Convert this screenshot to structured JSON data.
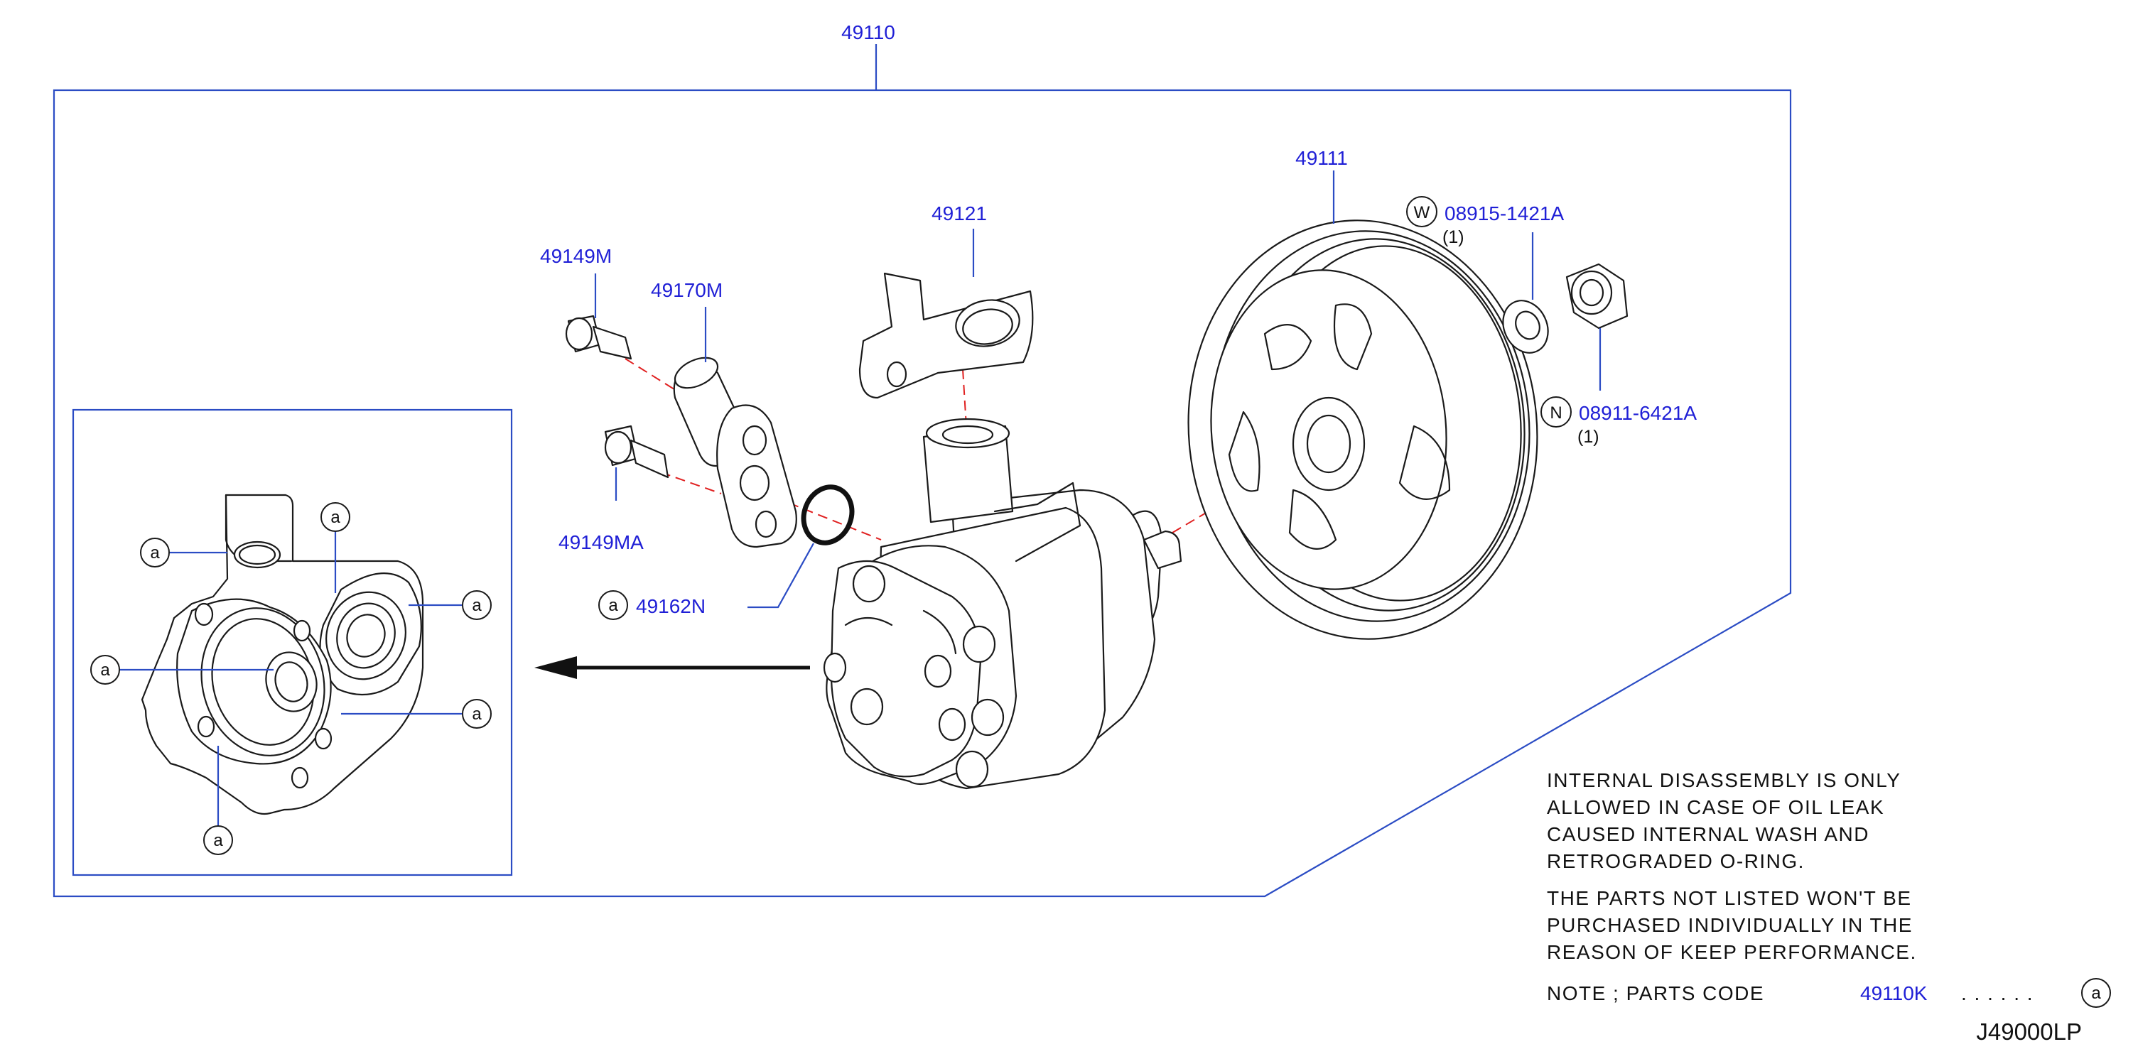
{
  "diagram": {
    "assembly_label": "49110",
    "parts": {
      "pulley": "49111",
      "bracket": "49121",
      "bolt_upper": "49149M",
      "connector": "49170M",
      "bolt_lower": "49149MA",
      "oring": "49162N",
      "washer": "08915-1421A",
      "washer_qty": "(1)",
      "washer_symbol": "W",
      "nut": "08911-6421A",
      "nut_qty": "(1)",
      "nut_symbol": "N"
    },
    "kit_marker": "a",
    "notes": {
      "line1": "INTERNAL  DISASSEMBLY  IS  ONLY",
      "line2": "ALLOWED  IN  CASE  OF  OIL  LEAK",
      "line3": "CAUSED  INTERNAL  WASH  AND",
      "line4": "RETROGRADED  O-RING.",
      "line5": "THE  PARTS  NOT  LISTED  WON'T  BE",
      "line6": "PURCHASED  INDIVIDUALLY  IN  THE",
      "line7": "REASON  OF  KEEP  PERFORMANCE.",
      "note_label": "NOTE  ;  PARTS  CODE",
      "note_code": "49110K",
      "note_dots": ". . . . . ."
    },
    "diagram_code": "J49000LP"
  }
}
